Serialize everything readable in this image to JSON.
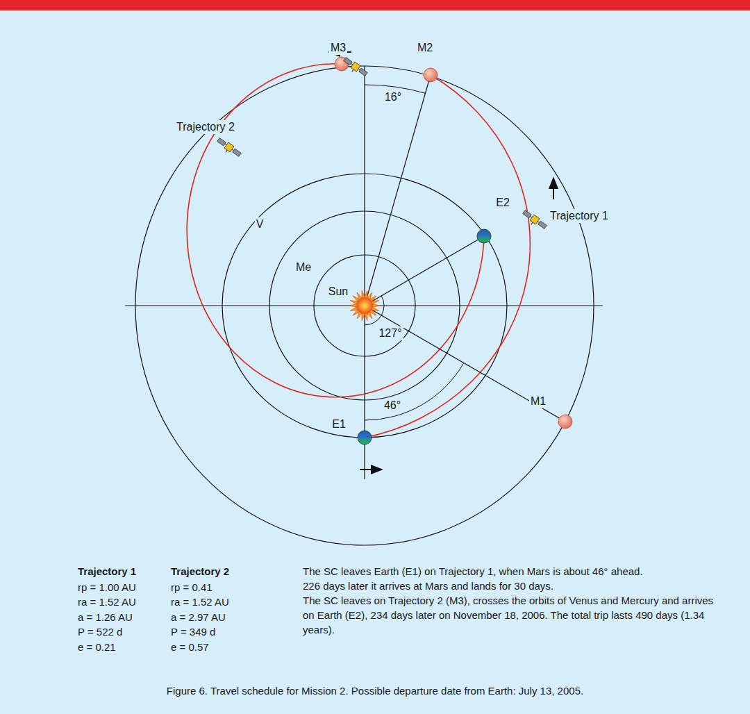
{
  "diagram": {
    "caption": "Figure 6. Travel schedule for Mission 2. Possible departure date from Earth: July 13, 2005.",
    "labels": [
      "M3",
      "M2",
      "16°",
      "Trajectory 2",
      "E2",
      "Trajectory 1",
      "V",
      "Me",
      "Sun",
      "127°",
      "46°",
      "M1",
      "E1",
      "Trajectory 1",
      "rp = 1.00 AU",
      "ra = 1.52 AU",
      "a = 1.26 AU",
      "P = 522 d",
      "e = 0.21",
      "Trajectory 2",
      "rp = 0.41",
      "ra = 1.52 AU",
      "a = 2.97 AU",
      "P = 349 d",
      "e = 0.57",
      "The SC leaves Earth (E1) on Trajectory 1, when Mars is about 46° ahead.",
      "226 days later it arrives at Mars and lands for 30 days.",
      "The SC leaves on Trajectory 2 (M3), crosses the orbits of Venus and Mercury and arrives on Earth (E2), 234 days later on November 18, 2006. The total trip lasts 490 days (1.34 years)."
    ]
  }
}
